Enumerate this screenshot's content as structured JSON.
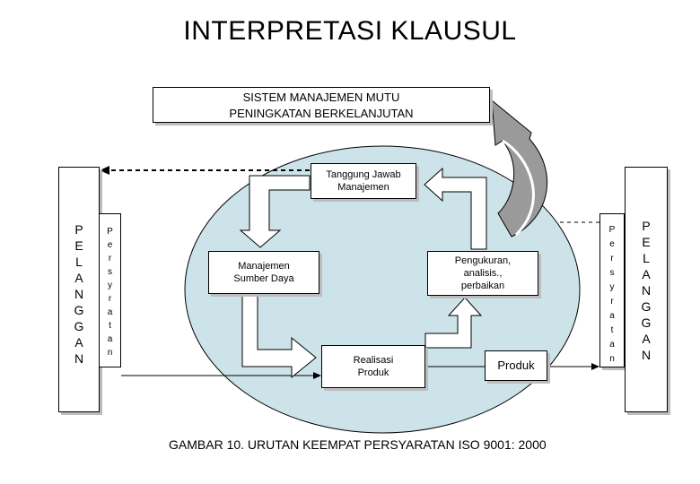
{
  "title": "INTERPRETASI KLAUSUL",
  "qms": {
    "line1": "SISTEM MANAJEMEN MUTU",
    "line2": "PENINGKATAN BERKELANJUTAN"
  },
  "customers_left": [
    "P",
    "E",
    "L",
    "A",
    "N",
    "G",
    "G",
    "A",
    "N"
  ],
  "requirements_left": [
    "P",
    "e",
    "r",
    "s",
    "y",
    "r",
    "a",
    "t",
    "a",
    "n"
  ],
  "requirements_right": [
    "P",
    "e",
    "r",
    "s",
    "y",
    "r",
    "a",
    "t",
    "a",
    "n"
  ],
  "customers_right": [
    "P",
    "E",
    "L",
    "A",
    "N",
    "G",
    "G",
    "A",
    "N"
  ],
  "processes": {
    "management": {
      "line1": "Tanggung Jawab",
      "line2": "Manajemen"
    },
    "resource": {
      "line1": "Manajemen",
      "line2": "Sumber Daya"
    },
    "measurement": {
      "line1": "Pengukuran,",
      "line2": "analisis.,",
      "line3": "perbaikan"
    },
    "realization": {
      "line1": "Realisasi",
      "line2": "Produk"
    },
    "product": "Produk"
  },
  "caption": "GAMBAR 10. URUTAN KEEMPAT PERSYARATAN ISO 9001: 2000",
  "colors": {
    "ellipse_fill": "#cde3ea",
    "shadow": "#bdbdbd",
    "curved_arrow_fill": "#9a9a9a"
  }
}
